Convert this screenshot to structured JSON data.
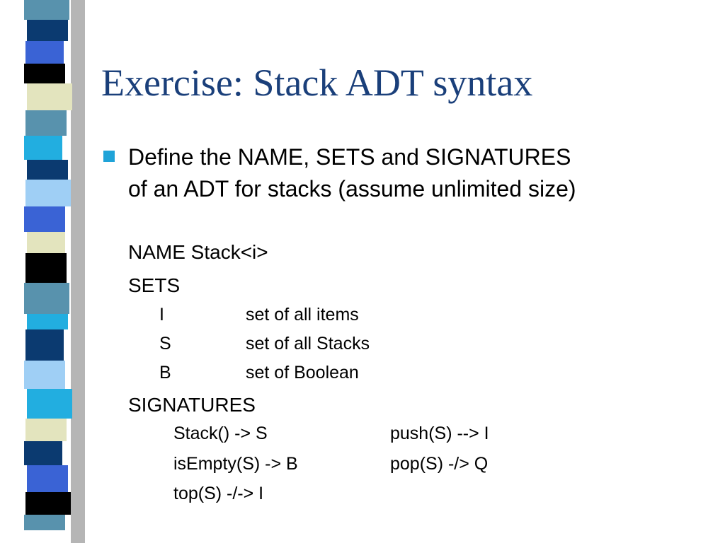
{
  "slide": {
    "title": "Exercise: Stack ADT syntax",
    "bullet": {
      "line1": "Define the NAME, SETS and SIGNATURES",
      "line2": "of an ADT for stacks (assume unlimited size)"
    },
    "name_line": "NAME Stack<i>",
    "sets": {
      "heading": "SETS",
      "items": [
        {
          "symbol": "I",
          "description": "set of all items"
        },
        {
          "symbol": "S",
          "description": "set of all Stacks"
        },
        {
          "symbol": "B",
          "description": "set of Boolean"
        }
      ]
    },
    "signatures": {
      "heading": "SIGNATURES",
      "rows": [
        {
          "left": "Stack() -> S",
          "right": "push(S) --> I"
        },
        {
          "left": "isEmpty(S) -> B",
          "right": "pop(S) -/> Q"
        },
        {
          "left": "top(S) -/-> I",
          "right": ""
        }
      ]
    }
  },
  "colors": {
    "title": "#1a3f7a",
    "bullet": "#1fa3d8",
    "strip_teal": "#5892ad",
    "strip_navy": "#0b3a70",
    "strip_blue": "#3a63d5",
    "strip_cyan": "#22aee0",
    "strip_cream": "#e3e4be",
    "strip_black": "#000000",
    "strip_sky": "#9fcff5",
    "strip_shadow": "#b5b5b5"
  }
}
